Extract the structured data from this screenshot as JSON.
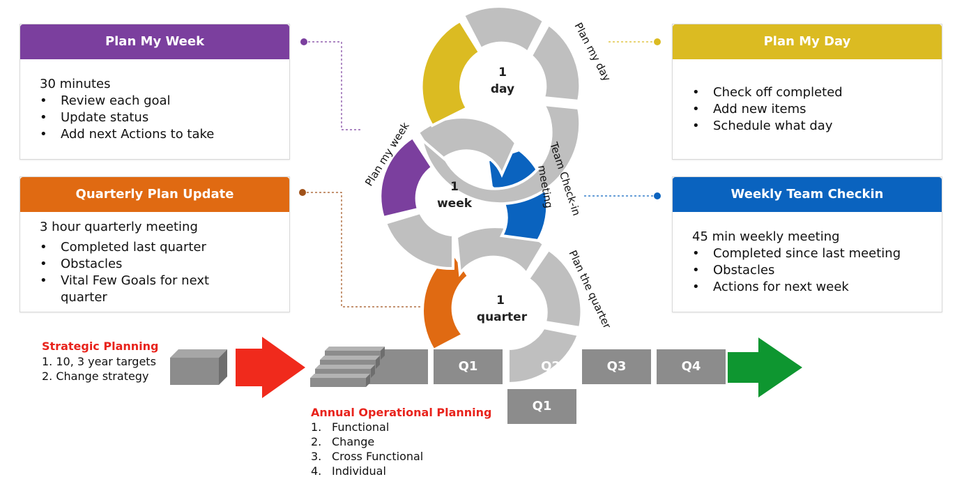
{
  "cards": {
    "plan_week": {
      "title": "Plan My Week",
      "color": "#7b3f9e",
      "lead": "30 minutes",
      "items": [
        "Review each goal",
        "Update status",
        "Add next Actions to take"
      ]
    },
    "plan_day": {
      "title": "Plan My Day",
      "color": "#dbbb22",
      "items": [
        "Check off completed",
        "Add new items",
        "Schedule what day"
      ]
    },
    "quarterly": {
      "title": "Quarterly Plan Update",
      "color": "#e06a12",
      "lead": "3 hour quarterly meeting",
      "items": [
        "Completed last quarter",
        "Obstacles",
        "Vital Few Goals for next quarter"
      ]
    },
    "weekly_team": {
      "title": "Weekly Team Checkin",
      "color": "#0a63bf",
      "lead": "45 min weekly meeting",
      "items": [
        "Completed since last meeting",
        "Obstacles",
        "Actions for next week"
      ]
    }
  },
  "cycles": {
    "day": {
      "line1": "1",
      "line2": "day",
      "arc_label": "Plan my day"
    },
    "week": {
      "line1": "1",
      "line2": "week",
      "arc_label_left": "Plan my week",
      "arc_label_right_1": "Team Check-in",
      "arc_label_right_2": "meeting"
    },
    "quarter": {
      "line1": "1",
      "line2": "quarter",
      "arc_label": "Plan the quarter"
    }
  },
  "strategic": {
    "title": "Strategic Planning",
    "items": [
      "1.  10, 3 year targets",
      "2.  Change strategy"
    ]
  },
  "annual": {
    "title": "Annual Operational Planning",
    "items": [
      {
        "num": "1.",
        "text": "Functional"
      },
      {
        "num": "2.",
        "text": "Change"
      },
      {
        "num": "3.",
        "text": "Cross Functional"
      },
      {
        "num": "4.",
        "text": "Individual"
      }
    ]
  },
  "quarters": {
    "q1": "Q1",
    "q2": "Q2",
    "q3": "Q3",
    "q4": "Q4",
    "q1_next": "Q1"
  },
  "colors": {
    "gray": "#bfbfbf",
    "gray_dark": "#8c8c8c",
    "arrow_red": "#f02a1c",
    "arrow_green": "#0e9630",
    "red_text": "#e8231c"
  }
}
